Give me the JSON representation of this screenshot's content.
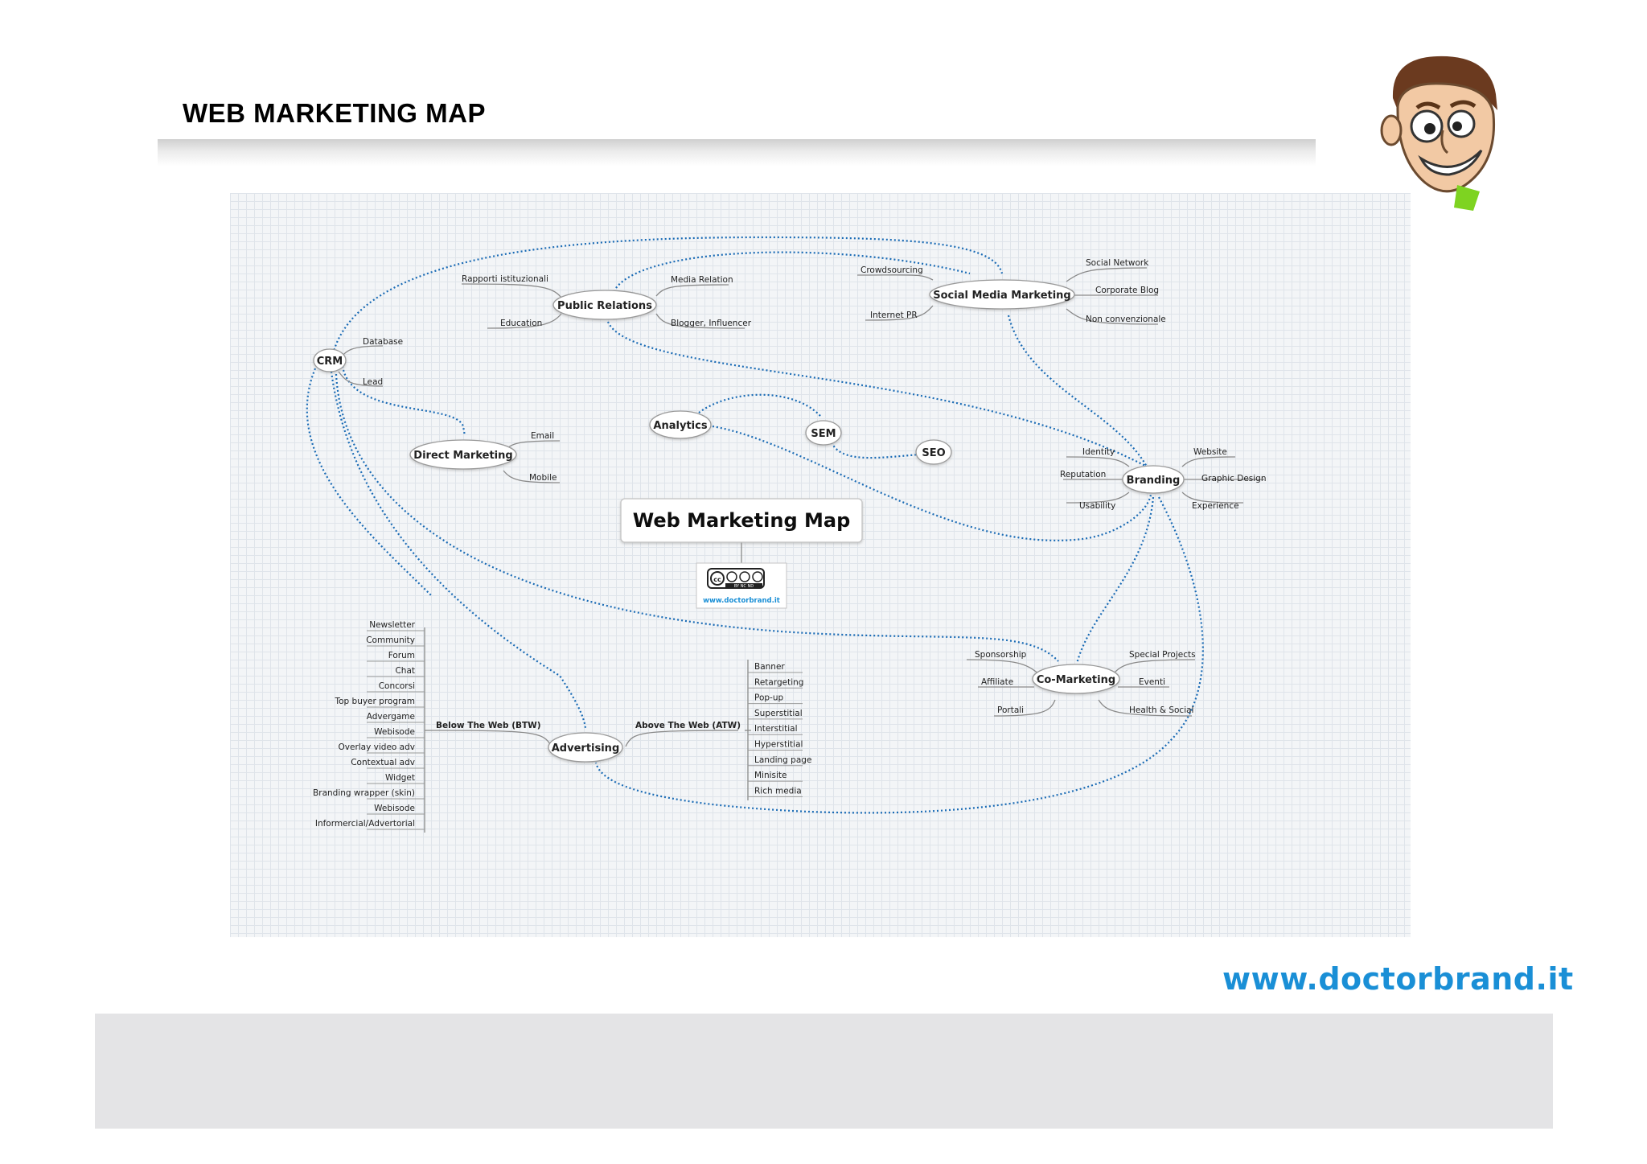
{
  "slide": {
    "title": "WEB MARKETING MAP",
    "footer_url": "www.doctorbrand.it"
  },
  "map": {
    "central_title": "Web Marketing Map",
    "badge": {
      "cc_text": "BY NC ND",
      "url": "www.doctorbrand.it"
    },
    "nodes": {
      "crm": {
        "label": "CRM",
        "children": [
          "Database",
          "Lead"
        ]
      },
      "public_relations": {
        "label": "Public Relations",
        "children": [
          "Rapporti istituzionali",
          "Media Relation",
          "Education",
          "Blogger, Influencer"
        ]
      },
      "social_media": {
        "label": "Social Media Marketing",
        "children": [
          "Crowdsourcing",
          "Internet PR",
          "Social Network",
          "Corporate Blog",
          "Non convenzionale"
        ]
      },
      "direct_marketing": {
        "label": "Direct Marketing",
        "children": [
          "Email",
          "Mobile"
        ]
      },
      "analytics": {
        "label": "Analytics"
      },
      "sem": {
        "label": "SEM"
      },
      "seo": {
        "label": "SEO"
      },
      "branding": {
        "label": "Branding",
        "children": [
          "Identity",
          "Reputation",
          "Usability",
          "Website",
          "Graphic Design",
          "Experience"
        ]
      },
      "co_marketing": {
        "label": "Co-Marketing",
        "children": [
          "Sponsorship",
          "Affiliate",
          "Portali",
          "Special Projects",
          "Eventi",
          "Health & Social"
        ]
      },
      "advertising": {
        "label": "Advertising",
        "btw": {
          "label": "Below The Web (BTW)",
          "items": [
            "Newsletter",
            "Community",
            "Forum",
            "Chat",
            "Concorsi",
            "Top buyer program",
            "Advergame",
            "Webisode",
            "Overlay video adv",
            "Contextual adv",
            "Widget",
            "Branding wrapper (skin)",
            "Webisode",
            "Informercial/Advertorial"
          ]
        },
        "atw": {
          "label": "Above The Web (ATW)",
          "items": [
            "Banner",
            "Retargeting",
            "Pop-up",
            "Superstitial",
            "Interstitial",
            "Hyperstitial",
            "Landing page",
            "Minisite",
            "Rich media"
          ]
        }
      }
    }
  },
  "colors": {
    "dotted_link": "#1a6bb5",
    "footer_url": "#1a8fd6",
    "footer_bar": "#e4e4e6"
  }
}
